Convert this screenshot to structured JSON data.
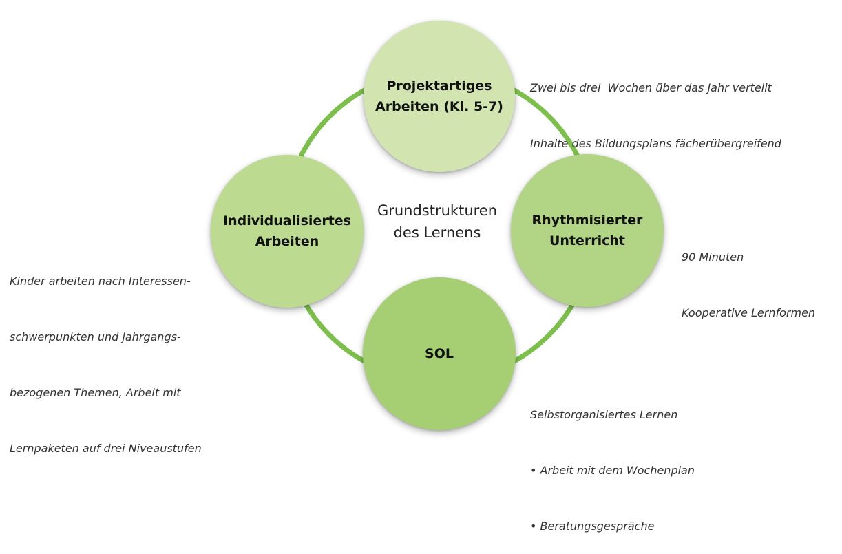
{
  "colors": {
    "ring": "#7cc04b",
    "node_top": "#d2e5b1",
    "node_left": "#bcdb91",
    "node_right": "#b2d485",
    "node_bottom": "#a6ce72"
  },
  "center": {
    "label": "Grundstrukturen\ndes Lernens"
  },
  "nodes": {
    "top": {
      "label": "Projektartiges\nArbeiten (Kl. 5-7)"
    },
    "left": {
      "label": "Individualisiertes\nArbeiten"
    },
    "right": {
      "label": "Rhythmisierter\nUnterricht"
    },
    "bottom": {
      "label": "SOL"
    }
  },
  "notes": {
    "top": {
      "line1": "Zwei bis drei  Wochen über das Jahr verteilt",
      "line2": "Inhalte des Bildungsplans fächerübergreifend"
    },
    "left": {
      "line1": "Kinder arbeiten nach Interessen-",
      "line2": "schwerpunkten und jahrgangs-",
      "line3": "bezogenen Themen, Arbeit mit",
      "line4": "Lernpaketen auf drei Niveaustufen"
    },
    "right": {
      "line1": "90 Minuten",
      "line2": "Kooperative Lernformen"
    },
    "bottom": {
      "line1": "Selbstorganisiertes Lernen",
      "line2": "• Arbeit mit dem Wochenplan",
      "line3": "• Beratungsgespräche"
    }
  }
}
